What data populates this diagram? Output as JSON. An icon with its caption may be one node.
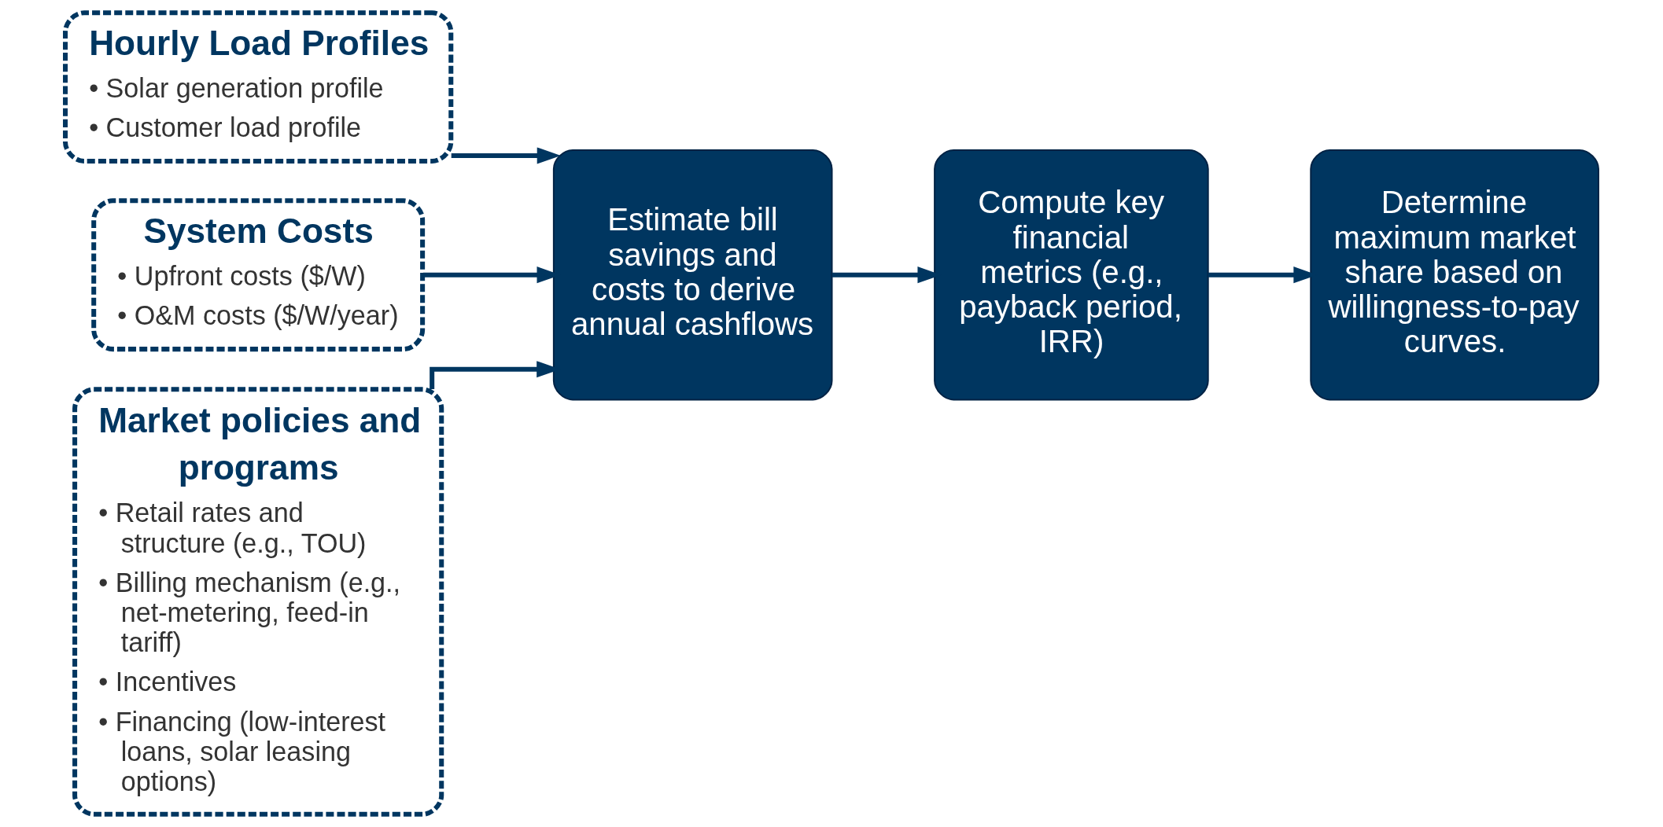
{
  "diagram": {
    "nodes": [
      {
        "text": [
          "Hourly Load Profiles",
          "• Solar generation profile",
          "• Customer load profile"
        ]
      },
      {
        "text": [
          "System Costs",
          "• Upfront costs ($/W)",
          "• O&M costs ($/W/year)"
        ]
      },
      {
        "text": [
          "Market policies and programs",
          "• Retail rates and structure (e.g., TOU)",
          "• Billing mechanism (e.g., net-metering, feed-in tariff)",
          "• Incentives",
          "• Financing (low-interest loans, solar leasing options)"
        ]
      },
      {
        "text": [
          "Estimate bill savings and costs to derive annual cashflows"
        ]
      },
      {
        "text": [
          "Compute key financial metrics (e.g., payback period, IRR)"
        ]
      },
      {
        "text": [
          "Determine maximum market share based on willingness-to-pay curves."
        ]
      }
    ],
    "edges": [
      {
        "from": 0,
        "to": 3,
        "arrow": "to"
      },
      {
        "from": 1,
        "to": 3,
        "arrow": "to"
      },
      {
        "from": 2,
        "to": 3,
        "arrow": "to"
      },
      {
        "from": 3,
        "to": 4,
        "arrow": "to"
      },
      {
        "from": 4,
        "to": 5,
        "arrow": "to"
      }
    ]
  }
}
